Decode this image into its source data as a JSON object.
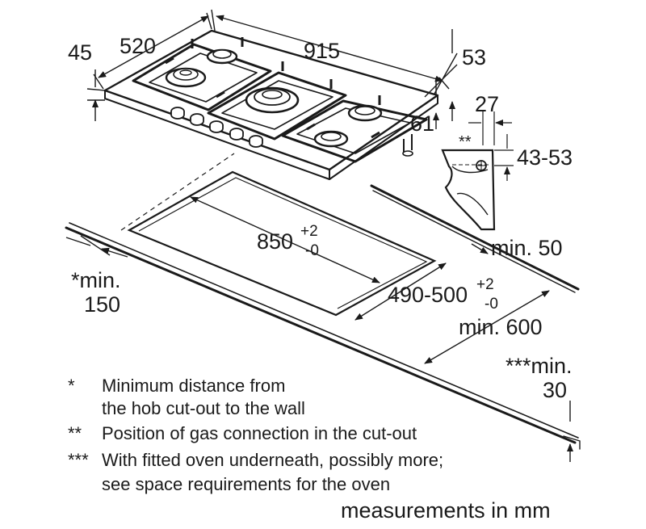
{
  "dimensions": {
    "hob_depth": "520",
    "hob_width": "915",
    "hob_height": "45",
    "side_offset": "53",
    "conn_depth": "61",
    "conn_offset": "27",
    "conn_marker": "**",
    "conn_height": "43-53",
    "cutout_width": "850",
    "cutout_width_tol_upper": "+2",
    "cutout_width_tol_lower": "-0",
    "cutout_depth": "490-500",
    "cutout_depth_tol_upper": "+2",
    "cutout_depth_tol_lower": "-0",
    "wall_distance_line1": "*min.",
    "wall_distance_line2": "150",
    "back_distance": "min. 50",
    "worktop_depth": "min. 600",
    "oven_gap_line1": "***min.",
    "oven_gap_line2": "30"
  },
  "notes": [
    {
      "mark": "*",
      "lines": [
        "Minimum distance from",
        "the hob cut-out to the wall"
      ]
    },
    {
      "mark": "**",
      "lines": [
        "Position of gas connection in the cut-out"
      ]
    },
    {
      "mark": "***",
      "lines": [
        "With fitted oven underneath, possibly more;",
        "see space requirements for the oven"
      ]
    }
  ],
  "units_label": "measurements in mm"
}
